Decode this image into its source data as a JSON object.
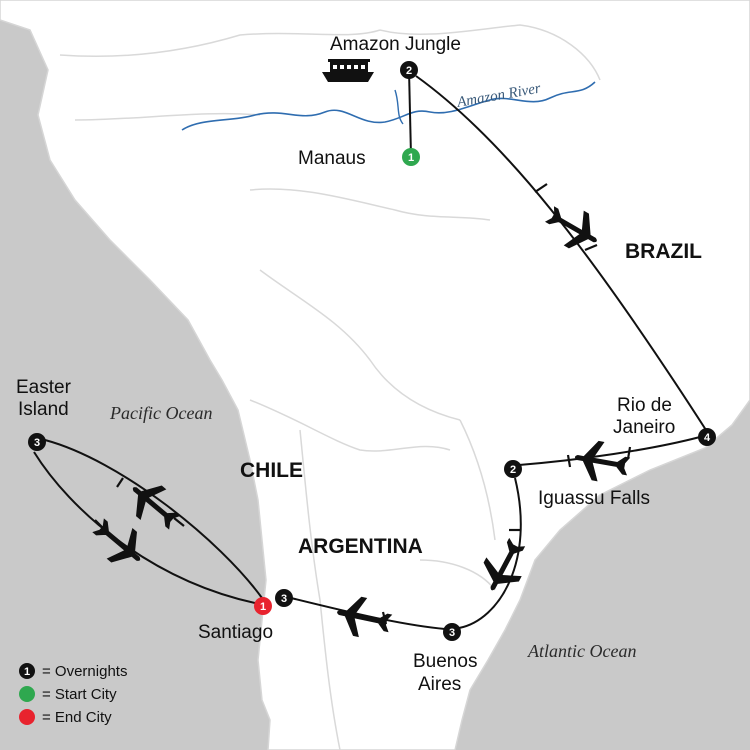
{
  "labels": {
    "amazon_jungle": "Amazon Jungle",
    "amazon_river": "Amazon River",
    "manaus": "Manaus",
    "brazil": "BRAZIL",
    "rio_line1": "Rio de",
    "rio_line2": "Janeiro",
    "iguassu": "Iguassu Falls",
    "easter_line1": "Easter",
    "easter_line2": "Island",
    "pacific": "Pacific Ocean",
    "chile": "CHILE",
    "argentina": "ARGENTINA",
    "santiago": "Santiago",
    "buenos_line1": "Buenos",
    "buenos_line2": "Aires",
    "atlantic": "Atlantic Ocean"
  },
  "stops": {
    "amazon_jungle": "2",
    "manaus": "1",
    "rio": "4",
    "iguassu": "2",
    "easter": "3",
    "santiago_end": "1",
    "santiago": "3",
    "buenos": "3"
  },
  "legend": {
    "overnights_num": "1",
    "overnights": "= Overnights",
    "start": "= Start City",
    "end": "= End City"
  },
  "colors": {
    "ocean": "#c9c9c9",
    "land": "#ffffff",
    "route": "#111111",
    "river": "#2f6db0",
    "start": "#2fa84f",
    "end": "#e8232e"
  }
}
